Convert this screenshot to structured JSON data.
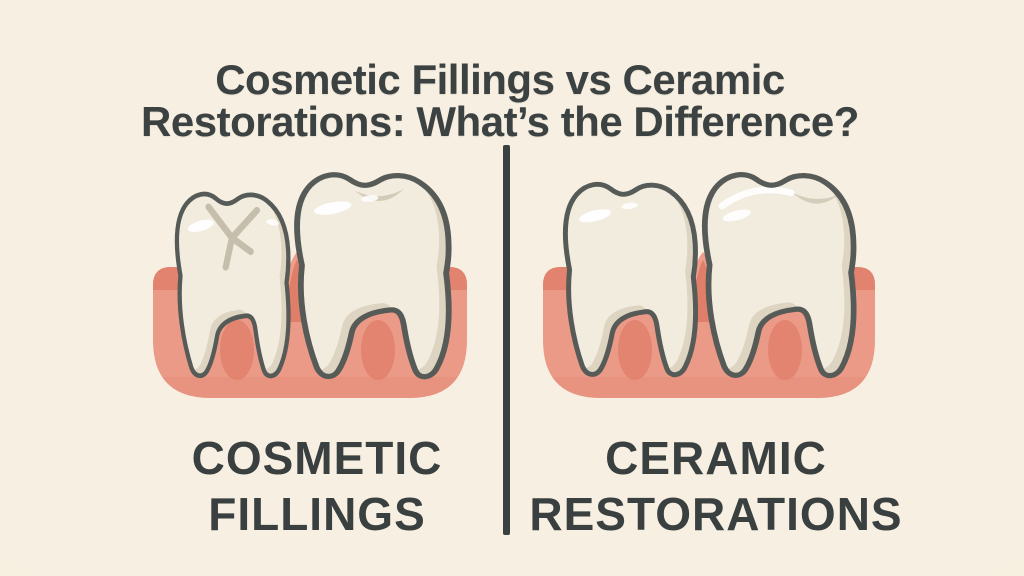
{
  "header": {
    "title_line1": "Cosmetic Fillings vs Ceramic",
    "title_line2": "Restorations: What’s the Difference?"
  },
  "panels": {
    "left": {
      "label_line1": "COSMETIC",
      "label_line2": "FILLINGS",
      "illustration_alt": "Two molar teeth in pink gums; front tooth has a gray cosmetic filling crack on its crown"
    },
    "right": {
      "label_line1": "CERAMIC",
      "label_line2": "RESTORATIONS",
      "illustration_alt": "Two smooth flawless molar teeth in pink gums"
    }
  },
  "colors": {
    "background": "#F5EEDF",
    "title_text": "#3C4242",
    "label_text": "#39403F",
    "divider": "#3B4140",
    "tooth_fill": "#F2ECDF",
    "tooth_shadow": "#DDD4C1",
    "tooth_outline": "#575B58",
    "tooth_highlight": "#FFFFFF",
    "filling_mark": "#C6BEAD",
    "gum": "#EC9A88",
    "gum_dark_band": "#E1826E",
    "gum_papilla": "#E07F69"
  }
}
